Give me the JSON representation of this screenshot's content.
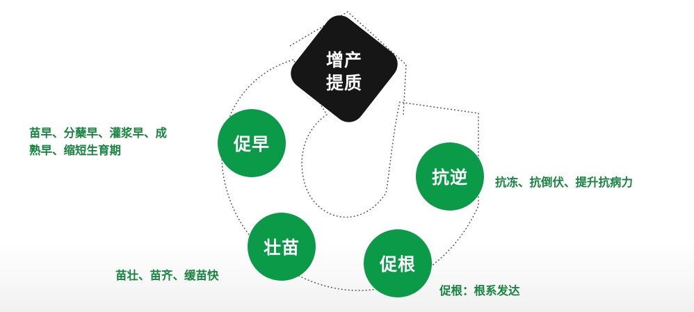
{
  "center": {
    "line1": "增产",
    "line2": "提质"
  },
  "nodes": {
    "promote_early": {
      "label": "促早",
      "note_line1": "苗早、分蘖早、灌浆早、成",
      "note_line2": "熟早、缩短生育期"
    },
    "resist": {
      "label": "抗逆",
      "note": "抗冻、抗倒伏、提升抗病力"
    },
    "root": {
      "label": "促根",
      "note": "促根：根系发达"
    },
    "strong_seedling": {
      "label": "壮苗",
      "note": "苗壮、苗齐、缓苗快"
    }
  },
  "colors": {
    "node": "#0a9a48",
    "note_text": "#17853f",
    "center_box": "#161616",
    "dotted_line": "#555555"
  }
}
